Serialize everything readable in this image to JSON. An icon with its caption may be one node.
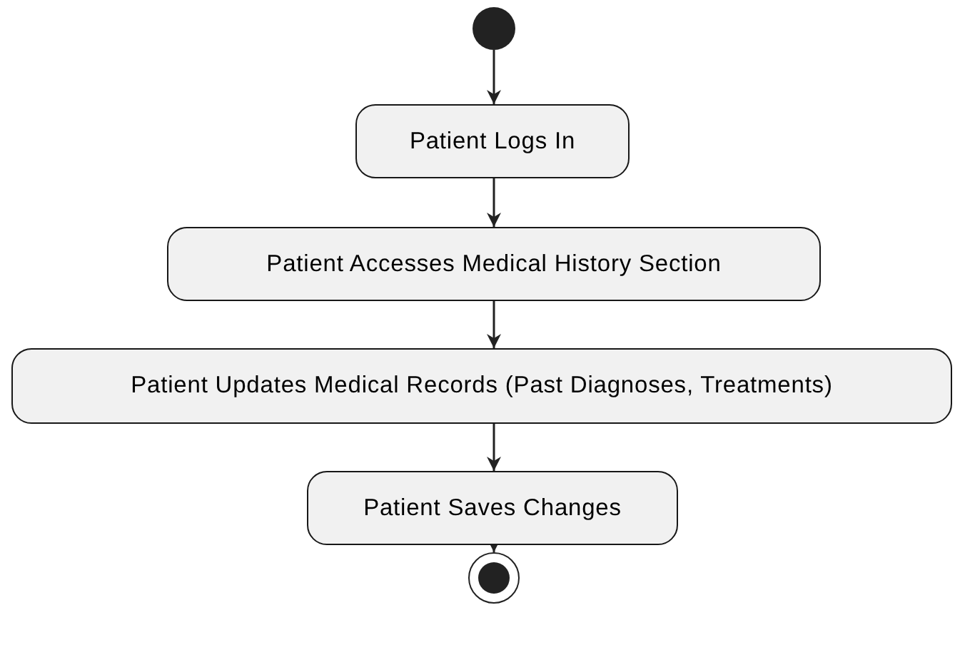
{
  "diagram": {
    "nodes": [
      {
        "text": [],
        "shape": "circle"
      },
      {
        "text": [
          "Patient Logs In"
        ]
      },
      {
        "text": [
          "Patient Accesses Medical History Section"
        ]
      },
      {
        "text": [
          "Patient Updates Medical Records (Past Diagnoses, Treatments)"
        ]
      },
      {
        "text": [
          "Patient Saves Changes"
        ]
      },
      {
        "text": [],
        "shape": "circle"
      }
    ],
    "edges": [
      {
        "from": 0,
        "to": 1,
        "arrow": "to"
      },
      {
        "from": 1,
        "to": 2,
        "arrow": "to"
      },
      {
        "from": 2,
        "to": 3,
        "arrow": "to"
      },
      {
        "from": 3,
        "to": 4,
        "arrow": "to"
      },
      {
        "from": 4,
        "to": 5,
        "arrow": "to"
      }
    ]
  }
}
